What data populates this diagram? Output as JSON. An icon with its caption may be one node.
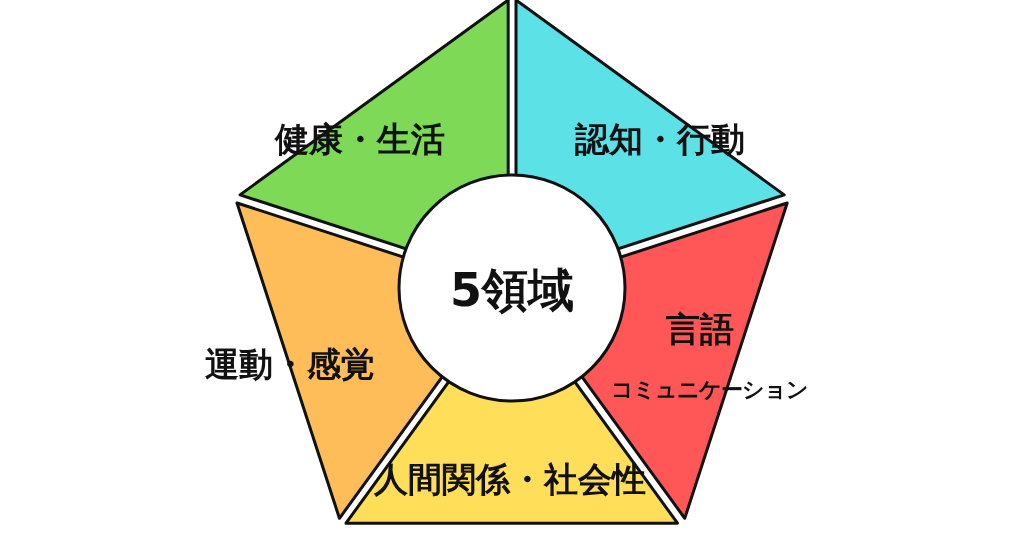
{
  "diagram": {
    "nodes": [
      {
        "text": [
          "健康・生活"
        ]
      },
      {
        "text": [
          "認知・行動"
        ]
      },
      {
        "text": [
          "5領域"
        ]
      },
      {
        "text": [
          "運動・感覚"
        ]
      },
      {
        "text": [
          "言語",
          "コミュニケーション"
        ]
      },
      {
        "text": [
          "人間関係・社会性"
        ]
      }
    ]
  }
}
